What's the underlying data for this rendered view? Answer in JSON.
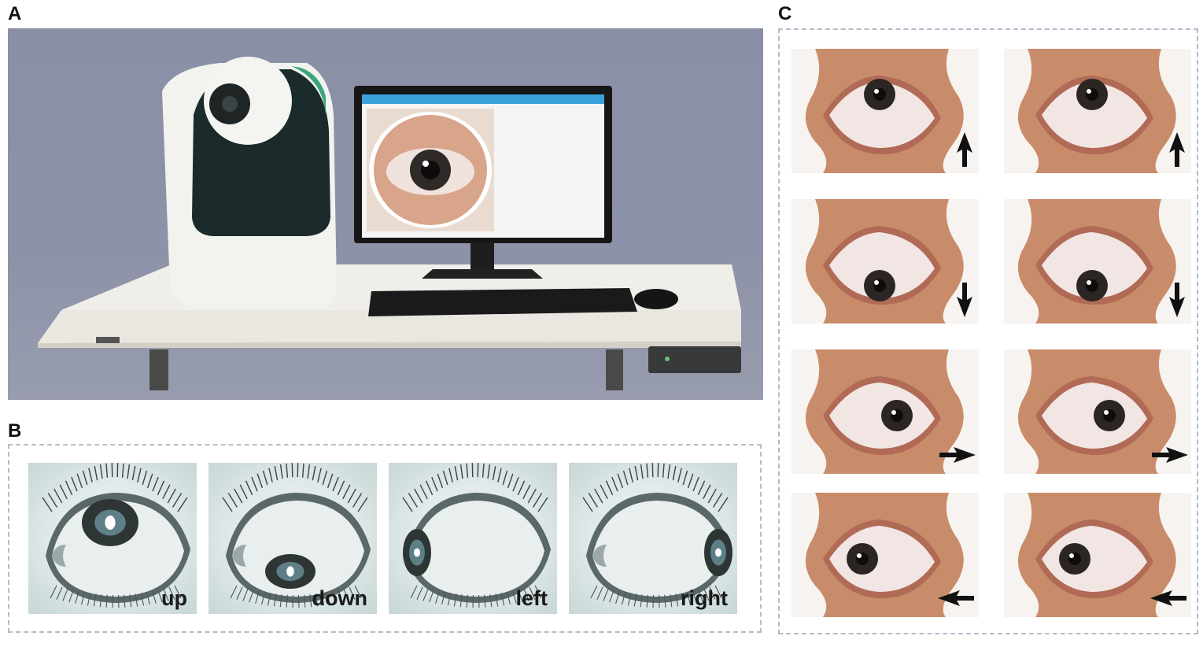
{
  "panels": {
    "a": {
      "letter": "A"
    },
    "b": {
      "letter": "B"
    },
    "c": {
      "letter": "C"
    }
  },
  "panel_b": {
    "eyes": [
      {
        "label": "up",
        "gaze": "up"
      },
      {
        "label": "down",
        "gaze": "down"
      },
      {
        "label": "left",
        "gaze": "left"
      },
      {
        "label": "right",
        "gaze": "right"
      }
    ]
  },
  "panel_c": {
    "rows": [
      {
        "direction": "up",
        "arrow_icon": "arrow-up-icon"
      },
      {
        "direction": "down",
        "arrow_icon": "arrow-down-icon"
      },
      {
        "direction": "right",
        "arrow_icon": "arrow-right-icon"
      },
      {
        "direction": "left",
        "arrow_icon": "arrow-left-icon"
      }
    ]
  },
  "colors": {
    "frame_border": "#b4bccb",
    "backdrop": "#8d92a8",
    "skin": "#c98c6a",
    "iris": "#2b2523",
    "sclera": "#f1e6e3"
  }
}
